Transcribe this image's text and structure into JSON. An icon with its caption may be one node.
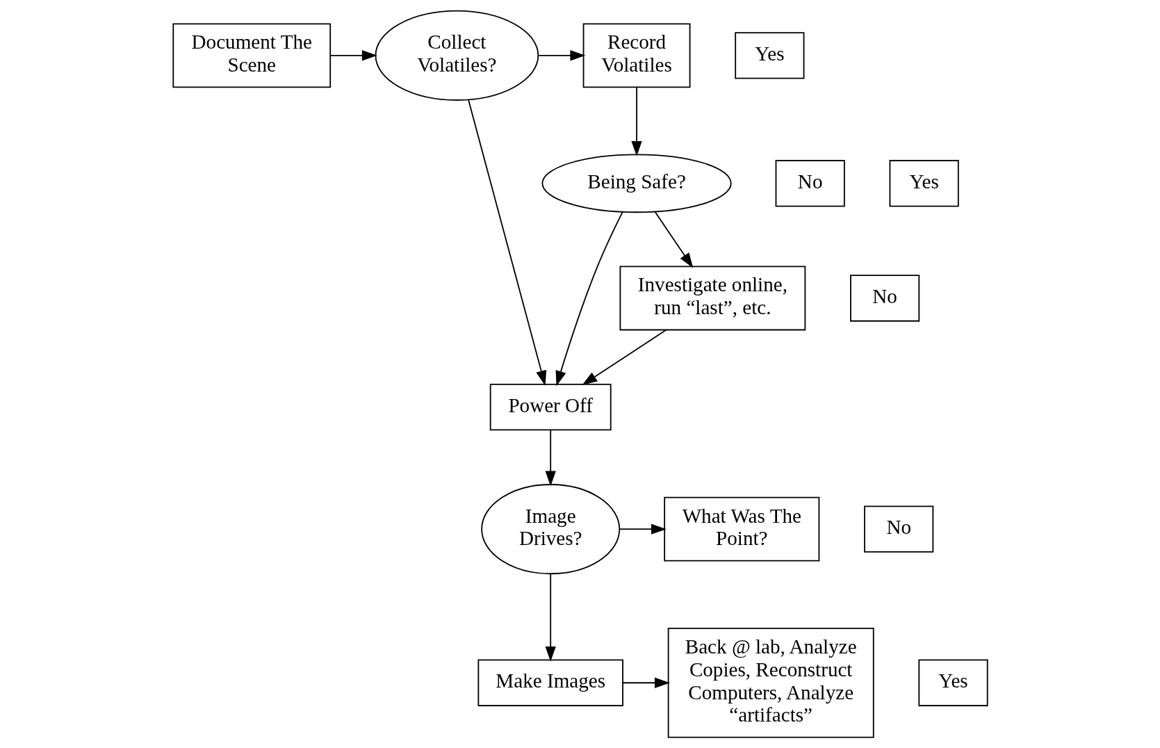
{
  "diagram": {
    "nodes": [
      {
        "text": [
          "Document The Scene"
        ]
      },
      {
        "text": [
          "Collect Volatiles?"
        ]
      },
      {
        "text": [
          "Yes"
        ]
      },
      {
        "text": [
          "Record Volatiles"
        ]
      },
      {
        "text": [
          "Being Safe?"
        ]
      },
      {
        "text": [
          "No"
        ]
      },
      {
        "text": [
          "Yes"
        ]
      },
      {
        "text": [
          "Power Off"
        ]
      },
      {
        "text": [
          "No"
        ]
      },
      {
        "text": [
          "Investigate online, run “last”, etc."
        ]
      },
      {
        "text": [
          "No"
        ]
      },
      {
        "text": [
          "What Was The Point?"
        ]
      },
      {
        "text": [
          "Image Drives?"
        ]
      },
      {
        "text": [
          "Yes"
        ]
      },
      {
        "text": [
          "Make Images"
        ]
      },
      {
        "text": [
          "Back @ lab, Analyze Copies, Reconstruct Computers, Analyze “artifacts”"
        ]
      }
    ],
    "edges": [
      {
        "from": 0,
        "to": 1,
        "arrow": "to"
      },
      {
        "from": 1,
        "to": 3,
        "arrow": "to"
      },
      {
        "from": 3,
        "to": 4,
        "arrow": "to"
      },
      {
        "from": 1,
        "to": 7,
        "arrow": "to"
      },
      {
        "from": 4,
        "to": 7,
        "arrow": "to"
      },
      {
        "from": 4,
        "to": 9,
        "arrow": "to"
      },
      {
        "from": 9,
        "to": 7,
        "arrow": "to"
      },
      {
        "from": 7,
        "to": 12,
        "arrow": "to"
      },
      {
        "from": 12,
        "to": 11,
        "arrow": "to"
      },
      {
        "from": 12,
        "to": 14,
        "arrow": "to"
      },
      {
        "from": 14,
        "to": 15,
        "arrow": "to"
      }
    ]
  }
}
